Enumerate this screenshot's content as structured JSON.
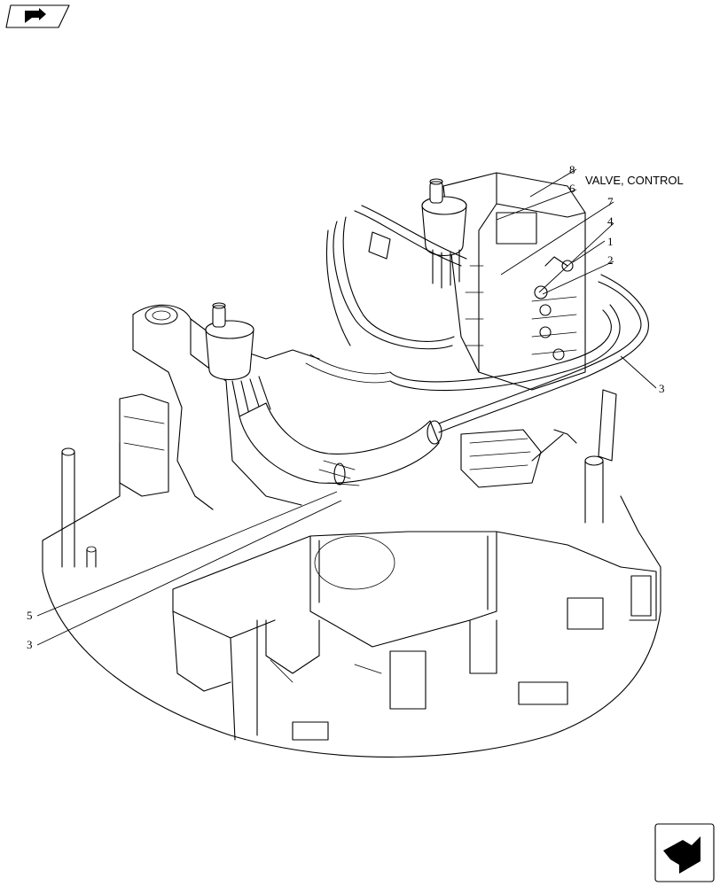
{
  "title": "VALVE, CONTROL",
  "callouts": [
    {
      "id": "callout-8",
      "label": "8"
    },
    {
      "id": "callout-6",
      "label": "6"
    },
    {
      "id": "callout-7",
      "label": "7"
    },
    {
      "id": "callout-4",
      "label": "4"
    },
    {
      "id": "callout-1",
      "label": "1"
    },
    {
      "id": "callout-2",
      "label": "2"
    },
    {
      "id": "callout-3-right",
      "label": "3"
    },
    {
      "id": "callout-5",
      "label": "5"
    },
    {
      "id": "callout-3-left",
      "label": "3"
    }
  ],
  "icons": {
    "top_left": "book-arrow-icon",
    "bottom_right": "next-page-arrow-icon"
  }
}
